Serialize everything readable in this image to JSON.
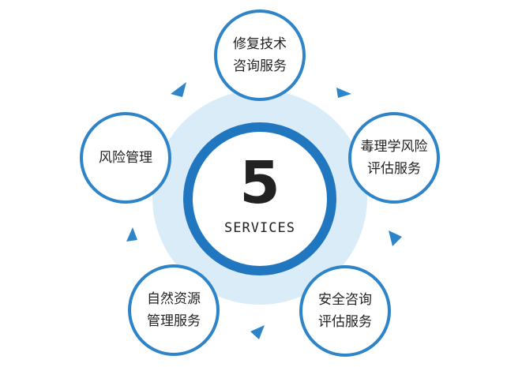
{
  "center": {
    "number": "5",
    "label": "SERVICES"
  },
  "services": [
    {
      "line1": "修复技术",
      "line2": "咨询服务"
    },
    {
      "line1": "毒理学风险",
      "line2": "评估服务"
    },
    {
      "line1": "安全咨询",
      "line2": "评估服务"
    },
    {
      "line1": "自然资源",
      "line2": "管理服务"
    },
    {
      "line1": "风险管理",
      "line2": ""
    }
  ],
  "colors": {
    "ring": "#2e84c8",
    "center_ring": "#2077c0",
    "halo": "#d9ecf8",
    "arrow": "#2e84c8"
  }
}
